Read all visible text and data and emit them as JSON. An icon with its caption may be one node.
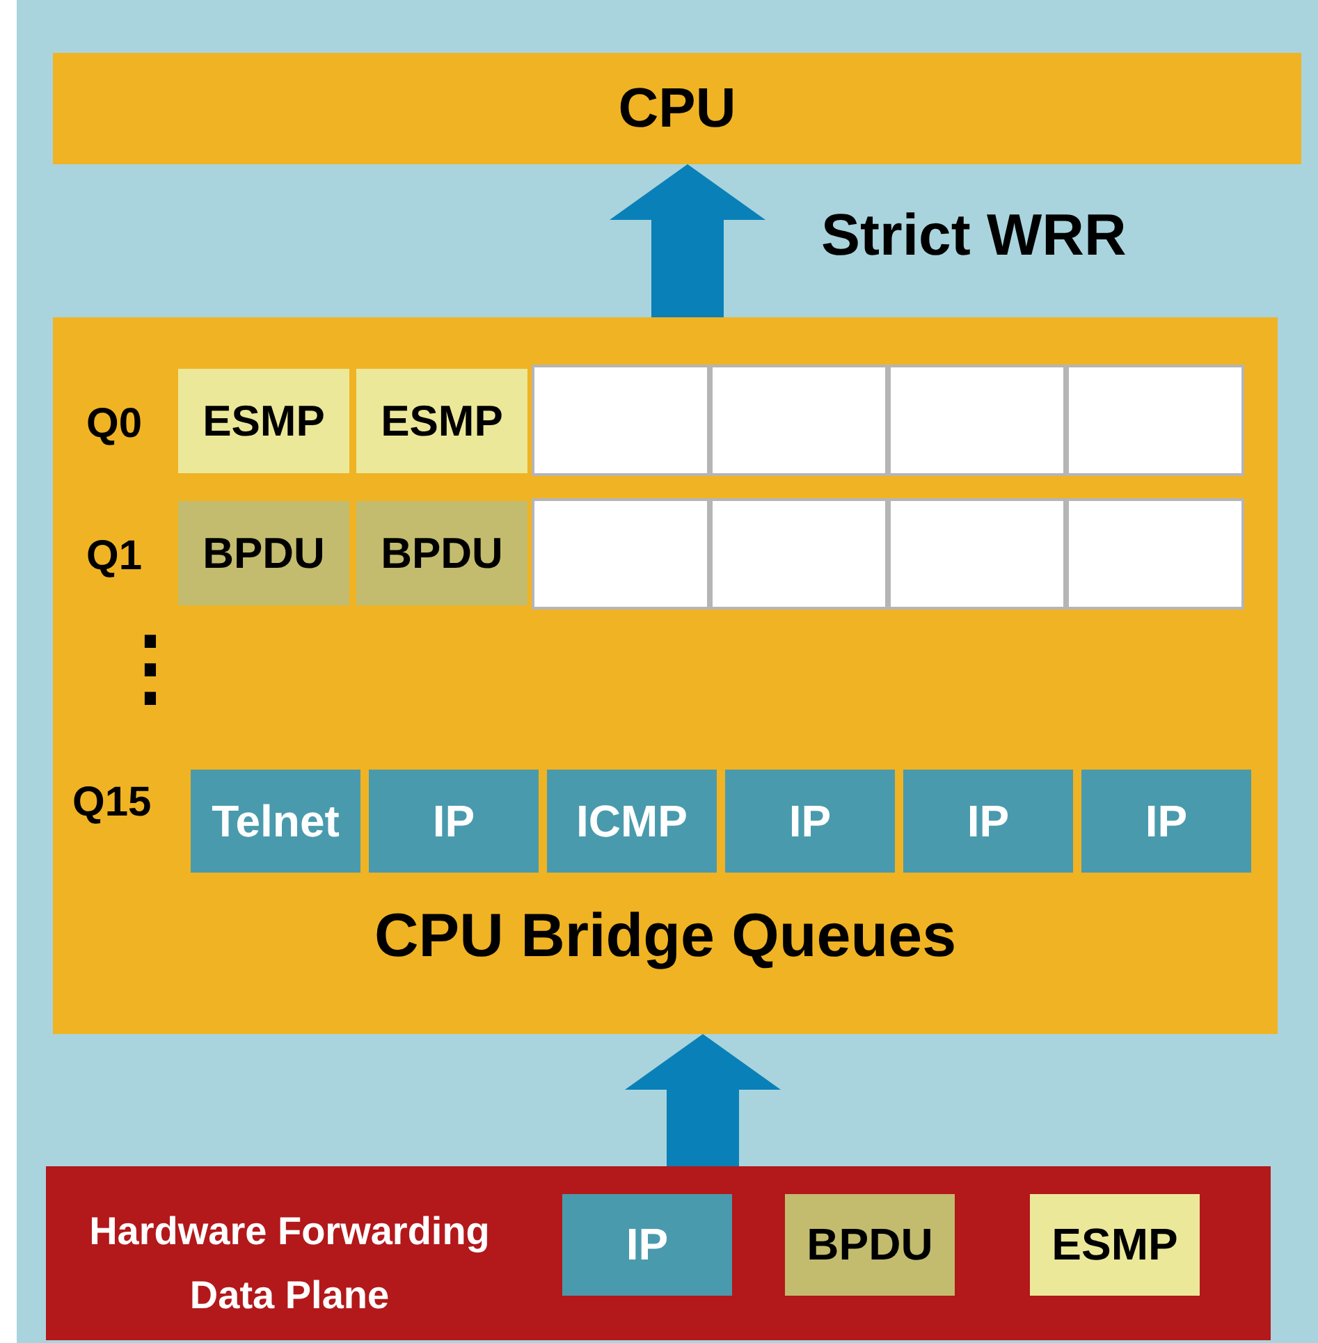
{
  "diagram": {
    "nodes": [
      {
        "text": [
          "CPU"
        ]
      },
      {
        "text": [
          "CPU Bridge Queues"
        ]
      },
      {
        "text": [
          "ESMP"
        ],
        "in": 1
      },
      {
        "text": [
          "ESMP"
        ],
        "in": 1
      },
      {
        "text": [],
        "shape": "box",
        "in": 1
      },
      {
        "text": [],
        "shape": "box",
        "in": 1
      },
      {
        "text": [],
        "shape": "box",
        "in": 1
      },
      {
        "text": [],
        "shape": "box",
        "in": 1
      },
      {
        "text": [
          "BPDU"
        ],
        "in": 1
      },
      {
        "text": [
          "BPDU"
        ],
        "in": 1
      },
      {
        "text": [],
        "shape": "box",
        "in": 1
      },
      {
        "text": [],
        "shape": "box",
        "in": 1
      },
      {
        "text": [],
        "shape": "box",
        "in": 1
      },
      {
        "text": [],
        "shape": "box",
        "in": 1
      },
      {
        "text": [
          "Telnet"
        ],
        "in": 1
      },
      {
        "text": [
          "IP"
        ],
        "in": 1
      },
      {
        "text": [
          "ICMP"
        ],
        "in": 1
      },
      {
        "text": [
          "IP"
        ],
        "in": 1
      },
      {
        "text": [
          "IP"
        ],
        "in": 1
      },
      {
        "text": [
          "IP"
        ],
        "in": 1
      },
      {
        "text": [
          "Hardware Forwarding Data Plane"
        ]
      },
      {
        "text": [
          "IP"
        ],
        "in": 20
      },
      {
        "text": [
          "BPDU"
        ],
        "in": 20
      },
      {
        "text": [
          "ESMP"
        ],
        "in": 20
      }
    ],
    "edges": [
      {
        "from": 1,
        "to": 0,
        "arrow": "to",
        "label": "Strict WRR"
      },
      {
        "from": 20,
        "to": 1,
        "arrow": "to"
      }
    ],
    "labels": [
      "Q0",
      "Q1",
      "⋮",
      "Q15"
    ]
  }
}
